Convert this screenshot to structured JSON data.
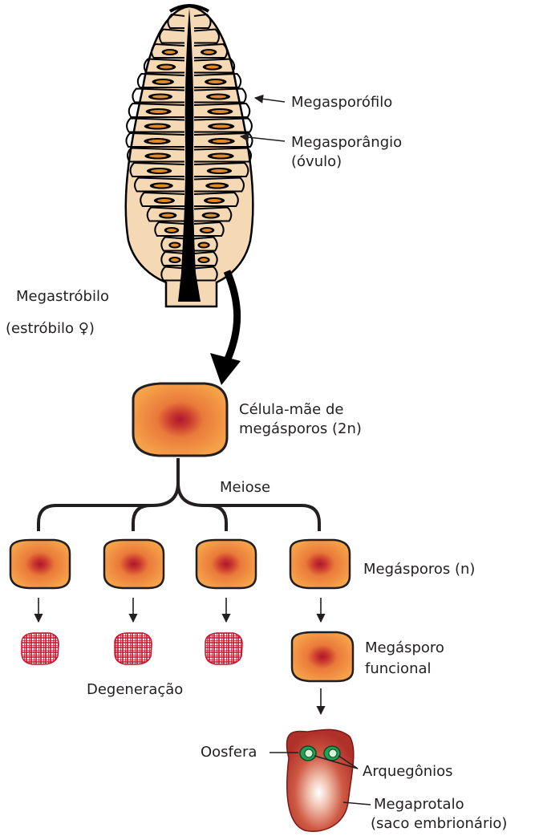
{
  "labels": {
    "megasporofilo": "Megasporófilo",
    "megasporangio_1": "Megasporângio",
    "megasporangio_2": "(óvulo)",
    "megastrobilo_1": "Megastróbilo",
    "megastrobilo_2": "(estróbilo ♀)",
    "celula_mae_1": "Célula-mãe de",
    "celula_mae_2": "megásporos (2n)",
    "meiose": "Meiose",
    "megasporos": "Megásporos (n)",
    "degeneracao": "Degeneração",
    "megasporo_funcional_1": "Megásporo",
    "megasporo_funcional_2": "funcional",
    "oosfera": "Oosfera",
    "arquegonios": "Arquegônios",
    "megaprotalo_1": "Megaprotalo",
    "megaprotalo_2": "(saco embrionário)"
  },
  "colors": {
    "cone_tissue": "#f5d9b4",
    "cone_axis": "#000000",
    "ovule": "#e08a2a",
    "cell_outer": "#f6a24a",
    "cell_nucleus": "#b01530",
    "degenerate": "#c0182e",
    "megaprothallus": "#c23b2c",
    "archegonium": "#1f9b4a"
  }
}
